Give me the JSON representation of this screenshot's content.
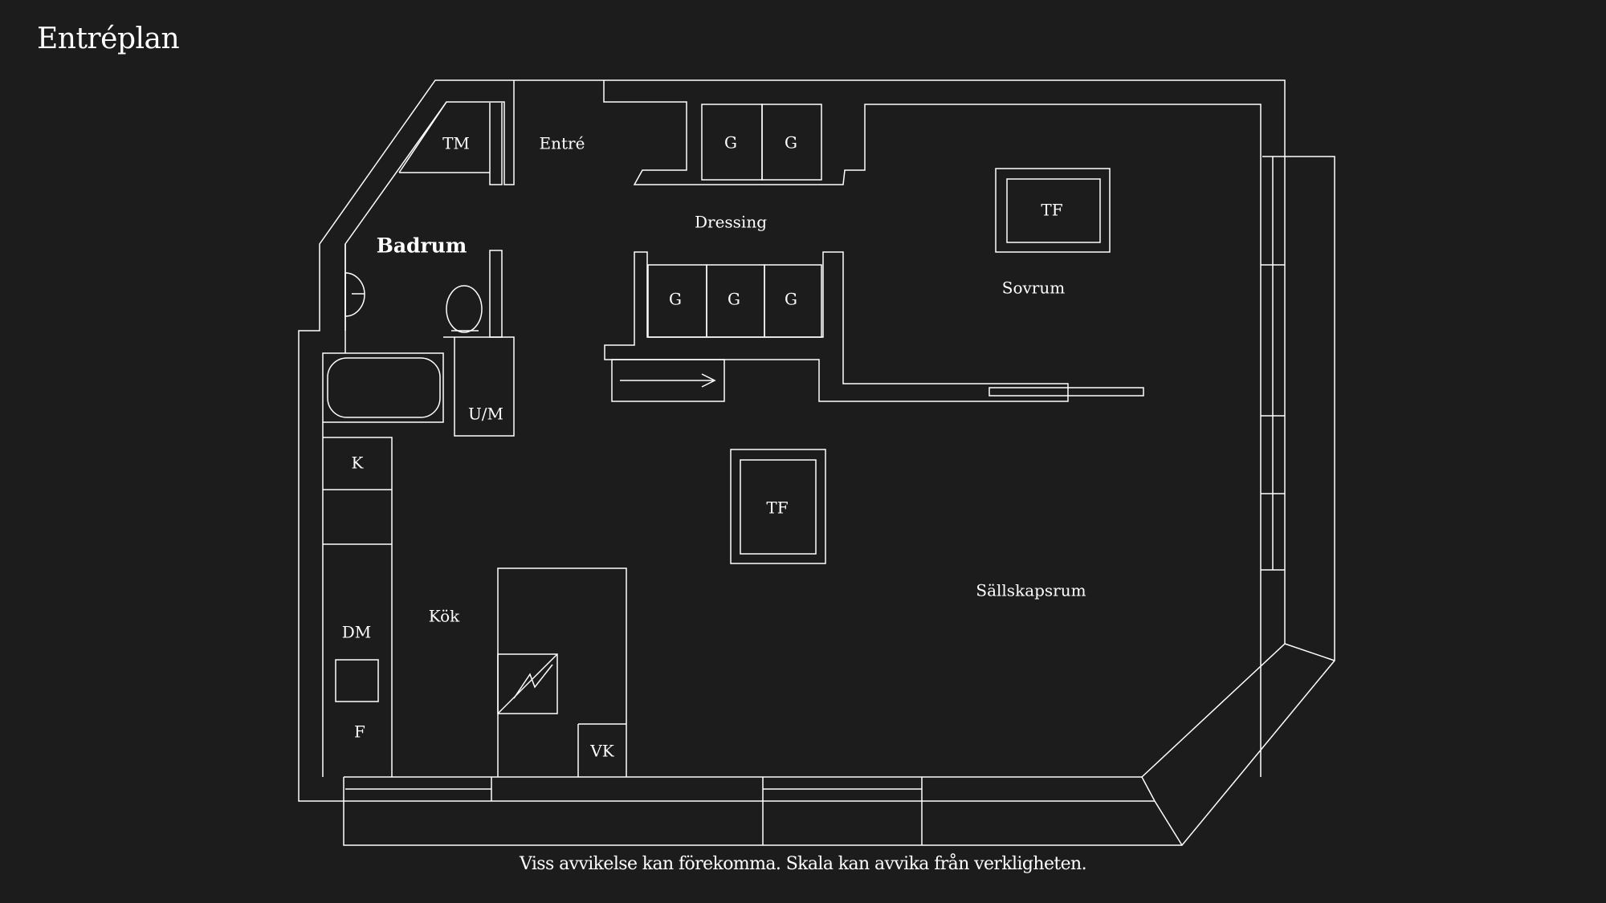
{
  "title": "Entréplan",
  "rooms": {
    "tm": "TM",
    "entre": "Entré",
    "g1": "G",
    "g2": "G",
    "dressing": "Dressing",
    "tf_bedroom": "TF",
    "badrum": "Badrum",
    "sovrum": "Sovrum",
    "g3": "G",
    "g4": "G",
    "g5": "G",
    "um": "U/M",
    "k": "K",
    "tf_living": "TF",
    "sallskapsrum": "Sällskapsrum",
    "kok": "Kök",
    "dm": "DM",
    "f": "F",
    "vk": "VK"
  },
  "disclaimer": "Viss avvikelse kan förekomma. Skala kan avvika från verkligheten.",
  "colors": {
    "background": "#1c1c1c",
    "line": "#ffffff"
  }
}
